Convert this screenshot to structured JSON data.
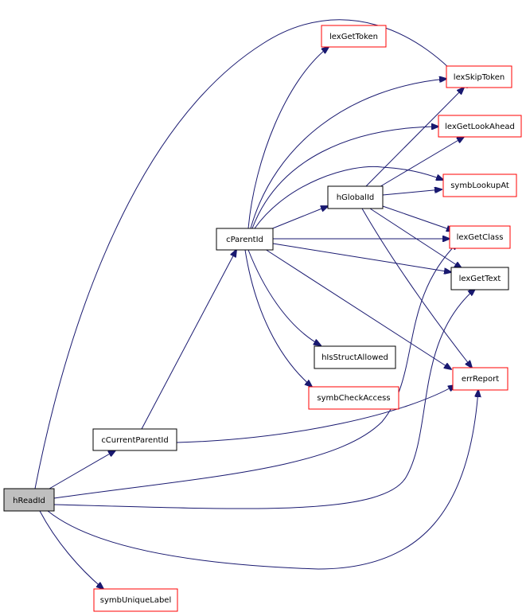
{
  "colors": {
    "edge": "#191970",
    "border_documented": "#000000",
    "border_undocumented": "#ff0000",
    "highlight_fill": "#bfbfbf",
    "node_fill": "#ffffff"
  },
  "nodes": {
    "hReadId": "hReadId",
    "cCurrentParentId": "cCurrentParentId",
    "cParentId": "cParentId",
    "hGlobalId": "hGlobalId",
    "lexGetToken": "lexGetToken",
    "lexSkipToken": "lexSkipToken",
    "lexGetLookAhead": "lexGetLookAhead",
    "symbLookupAt": "symbLookupAt",
    "lexGetClass": "lexGetClass",
    "lexGetText": "lexGetText",
    "hIsStructAllowed": "hIsStructAllowed",
    "symbCheckAccess": "symbCheckAccess",
    "errReport": "errReport",
    "symbUniqueLabel": "symbUniqueLabel"
  }
}
